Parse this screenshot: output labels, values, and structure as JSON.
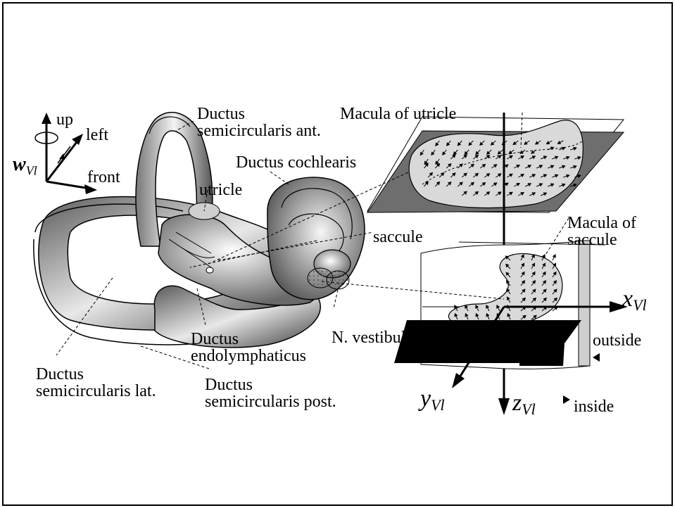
{
  "labels": {
    "ductus_semicircularis_ant": [
      "Ductus",
      "semicircularis ant."
    ],
    "ductus_cochlearis": "Ductus cochlearis",
    "utricle": "utricle",
    "saccule": "saccule",
    "macula_of_utricle": "Macula of utricle",
    "macula_of_saccule": [
      "Macula of",
      "saccule"
    ],
    "n_vestibularis": "N. vestibularis",
    "ductus_endolymphaticus": [
      "Ductus",
      "endolymphaticus"
    ],
    "ductus_semicircularis_lat": [
      "Ductus",
      "semicircularis lat."
    ],
    "ductus_semicircularis_post": [
      "Ductus",
      "semicircularis post."
    ],
    "outside": "outside",
    "inside": "inside"
  },
  "orientation": {
    "up": "up",
    "left": "left",
    "front": "front",
    "w_symbol": "w",
    "w_subscript": "Vl"
  },
  "axes": {
    "x": {
      "symbol": "x",
      "subscript": "Vl"
    },
    "y": {
      "symbol": "y",
      "subscript": "Vl"
    },
    "z": {
      "symbol": "z",
      "subscript": "Vl"
    }
  },
  "colors": {
    "ink": "#000000",
    "plate_dark": "#6e6e6e",
    "macula_fill": "#d9d9d9",
    "labyrinth_light": "#f2f2f2",
    "labyrinth_dark": "#5a5a5a"
  }
}
